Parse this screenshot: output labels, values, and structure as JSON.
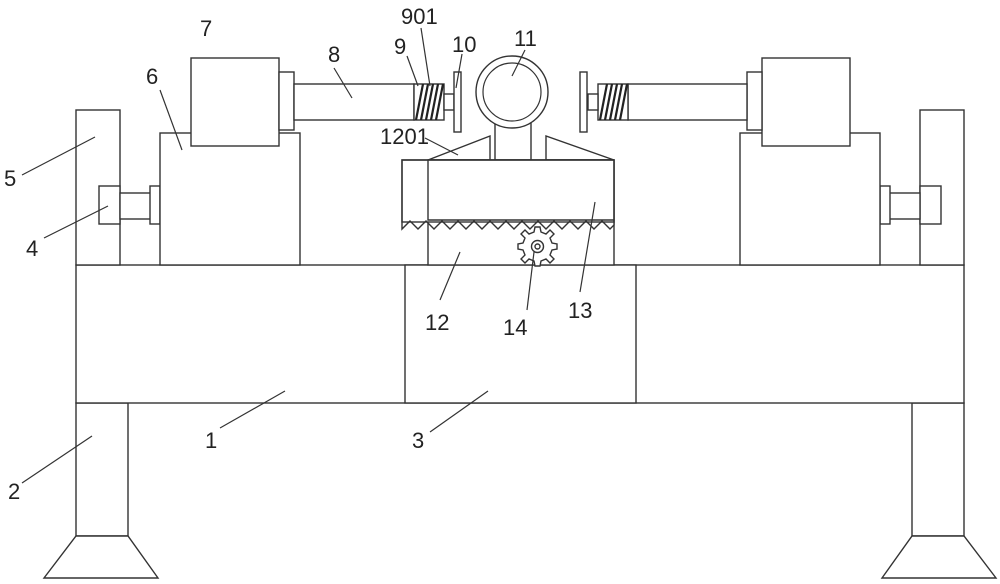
{
  "labels": {
    "l1": "1",
    "l2": "2",
    "l3": "3",
    "l4": "4",
    "l5": "5",
    "l6": "6",
    "l7": "7",
    "l8": "8",
    "l9": "9",
    "l901": "901",
    "l10": "10",
    "l11": "11",
    "l1201": "1201",
    "l12": "12",
    "l13": "13",
    "l14": "14"
  }
}
